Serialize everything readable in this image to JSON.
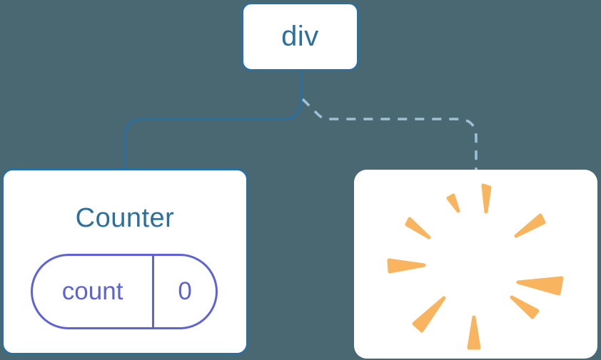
{
  "diagram": {
    "description": "Component tree diagram: a div root keeps the Counter child (solid edge) while another child is removed with a poof (dashed edge)",
    "tree": {
      "root": {
        "label": "div"
      },
      "children": [
        {
          "id": "counter",
          "label": "Counter",
          "edge": "solid",
          "state": {
            "key": "count",
            "value": "0"
          }
        },
        {
          "id": "removed",
          "edge": "dashed",
          "icon": "poof-icon"
        }
      ]
    }
  },
  "colors": {
    "background": "#4a6872",
    "node_background": "#ffffff",
    "node_border_blue": "#2a6f9e",
    "node_text_blue": "#2a6f9e",
    "edge_solid": "#2a6f9e",
    "edge_dashed": "#9ec0d6",
    "state_accent_purple": "#5d63d4",
    "poof_orange": "#f9b45f"
  }
}
